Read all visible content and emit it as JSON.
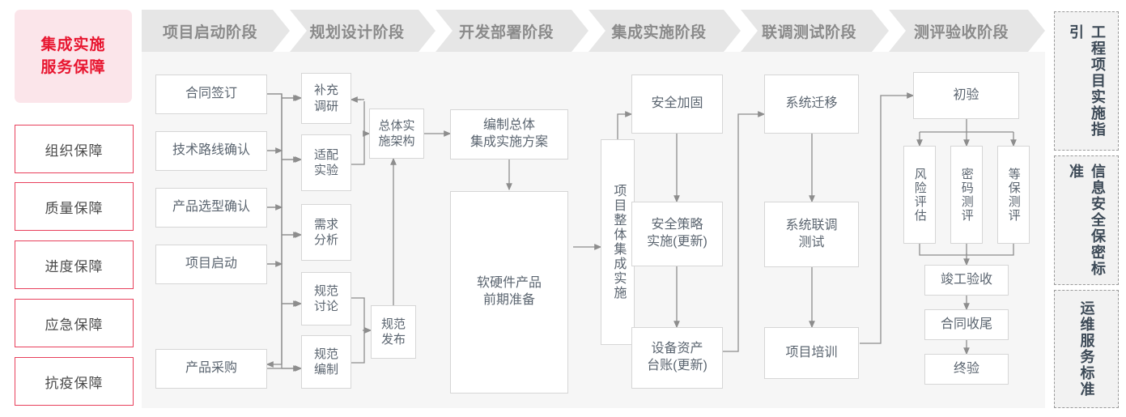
{
  "left_column": {
    "title": "集成实施\n服务保障",
    "title_line1": "集成实施",
    "title_line2": "服务保障",
    "accent_color": "#e8152f",
    "card_bg": "#fbe5ea",
    "border_color": "#e8405c",
    "guarantees": [
      {
        "label": "组织保障"
      },
      {
        "label": "质量保障"
      },
      {
        "label": "进度保障"
      },
      {
        "label": "应急保障"
      },
      {
        "label": "抗疫保障"
      }
    ]
  },
  "phases": [
    {
      "id": "phase-startup",
      "header": "项目启动阶段",
      "nodes": [
        {
          "id": "contract-signing",
          "label": "合同签订"
        },
        {
          "id": "tech-route-confirm",
          "label": "技术路线确认"
        },
        {
          "id": "product-selection-confirm",
          "label": "产品选型确认"
        },
        {
          "id": "project-kickoff",
          "label": "项目启动"
        },
        {
          "id": "product-procurement",
          "label": "产品采购"
        }
      ]
    },
    {
      "id": "phase-planning",
      "header": "规划设计阶段",
      "nodes": [
        {
          "id": "supplementary-research",
          "label": "补充\n调研",
          "l1": "补充",
          "l2": "调研"
        },
        {
          "id": "adaptation-experiment",
          "label": "适配\n实验",
          "l1": "适配",
          "l2": "实验"
        },
        {
          "id": "requirement-analysis",
          "label": "需求\n分析",
          "l1": "需求",
          "l2": "分析"
        },
        {
          "id": "spec-discussion",
          "label": "规范\n讨论",
          "l1": "规范",
          "l2": "讨论"
        },
        {
          "id": "spec-drafting",
          "label": "规范\n编制",
          "l1": "规范",
          "l2": "编制"
        },
        {
          "id": "overall-impl-architecture",
          "label": "总体实\n施架构",
          "l1": "总体实",
          "l2": "施架构"
        },
        {
          "id": "spec-release",
          "label": "规范\n发布",
          "l1": "规范",
          "l2": "发布"
        }
      ]
    },
    {
      "id": "phase-development",
      "header": "开发部署阶段",
      "nodes": [
        {
          "id": "draft-overall-plan",
          "label": "编制总体\n集成实施方案",
          "l1": "编制总体",
          "l2": "集成实施方案"
        },
        {
          "id": "hw-sw-preparation",
          "label": "软硬件产品\n前期准备",
          "l1": "软硬件产品",
          "l2": "前期准备"
        }
      ]
    },
    {
      "id": "phase-integration",
      "header": "集成实施阶段",
      "nodes": [
        {
          "id": "overall-project-integration",
          "label": "项目整体集成实施"
        },
        {
          "id": "security-hardening",
          "label": "安全加固"
        },
        {
          "id": "security-policy-impl",
          "label": "安全策略\n实施(更新)",
          "l1": "安全策略",
          "l2": "实施(更新)"
        },
        {
          "id": "asset-ledger",
          "label": "设备资产\n台账(更新)",
          "l1": "设备资产",
          "l2": "台账(更新)"
        }
      ]
    },
    {
      "id": "phase-joint-test",
      "header": "联调测试阶段",
      "nodes": [
        {
          "id": "system-migration",
          "label": "系统迁移"
        },
        {
          "id": "system-joint-test",
          "label": "系统联调\n测试",
          "l1": "系统联调",
          "l2": "测试"
        },
        {
          "id": "project-training",
          "label": "项目培训"
        }
      ]
    },
    {
      "id": "phase-acceptance",
      "header": "测评验收阶段",
      "nodes": [
        {
          "id": "preliminary-acceptance",
          "label": "初验"
        },
        {
          "id": "risk-assessment",
          "label": "风险评估"
        },
        {
          "id": "crypto-evaluation",
          "label": "密码测评"
        },
        {
          "id": "classified-protection-eval",
          "label": "等保测评"
        },
        {
          "id": "completion-acceptance",
          "label": "竣工验收"
        },
        {
          "id": "contract-closeout",
          "label": "合同收尾"
        },
        {
          "id": "final-acceptance",
          "label": "终验"
        }
      ]
    }
  ],
  "standards": [
    {
      "id": "std-engineering-guide",
      "label": "工程项目实施指引"
    },
    {
      "id": "std-infosec",
      "label": "信息安全保密标准"
    },
    {
      "id": "std-ops-service",
      "label": "运维服务标准"
    }
  ],
  "colors": {
    "header_bg": "#e6e6e6",
    "panel_bg": "#f6f6f6",
    "node_border": "#d6d6d6",
    "node_text": "#5b6570",
    "wire": "#8d8d8d",
    "standard_bg": "#f2f2f2",
    "standard_border": "#9a9a9a"
  }
}
